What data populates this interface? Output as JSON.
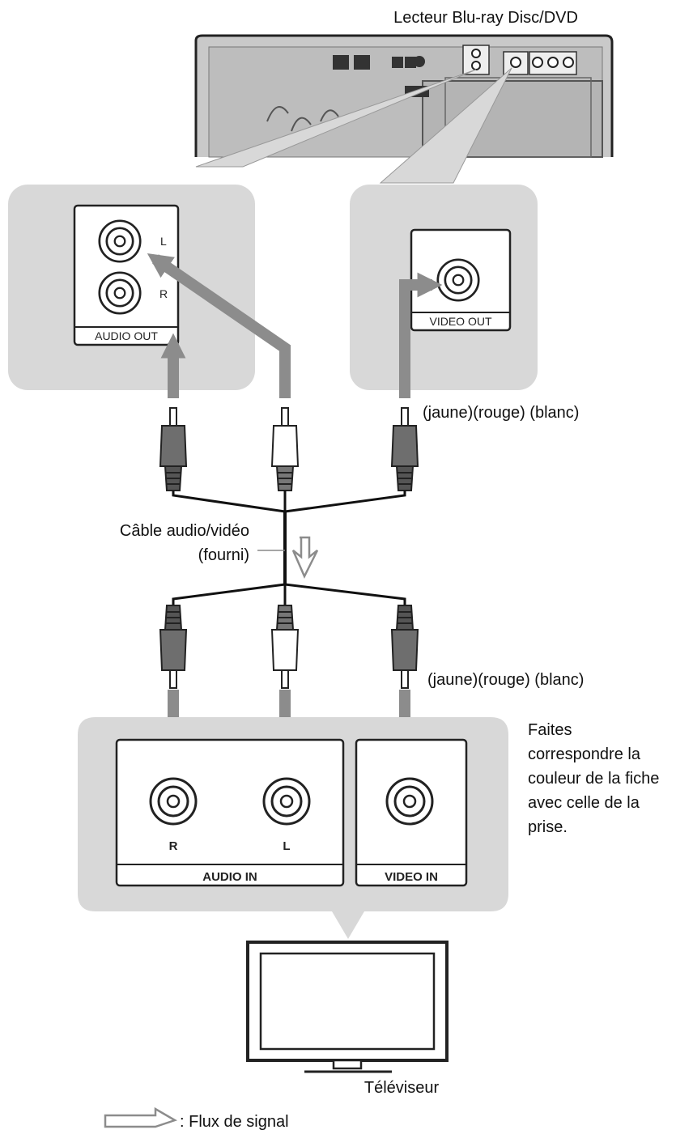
{
  "labels": {
    "player": "Lecteur Blu-ray Disc/DVD",
    "cable": "Câble audio/vidéo",
    "cable_note": "(fourni)",
    "colors_top": "(jaune)(rouge) (blanc)",
    "colors_bottom": "(jaune)(rouge) (blanc)",
    "match_note_lines": [
      "Faites",
      "correspondre la",
      "couleur de la fiche",
      "avec celle de la",
      "prise."
    ],
    "tv": "Téléviseur",
    "legend": ": Flux de signal"
  },
  "player_jacks": {
    "audio_out": "AUDIO OUT",
    "audio_l": "L",
    "audio_r": "R",
    "video_out": "VIDEO OUT"
  },
  "tv_jacks": {
    "audio_in": "AUDIO IN",
    "audio_r": "R",
    "audio_l": "L",
    "video_in": "VIDEO IN"
  },
  "colors": {
    "panel_gray": "#d8d8d8",
    "arrow_gray": "#8c8c8c",
    "plug_dark": "#6e6e6e",
    "plug_white": "#ffffff",
    "line": "#111111"
  }
}
